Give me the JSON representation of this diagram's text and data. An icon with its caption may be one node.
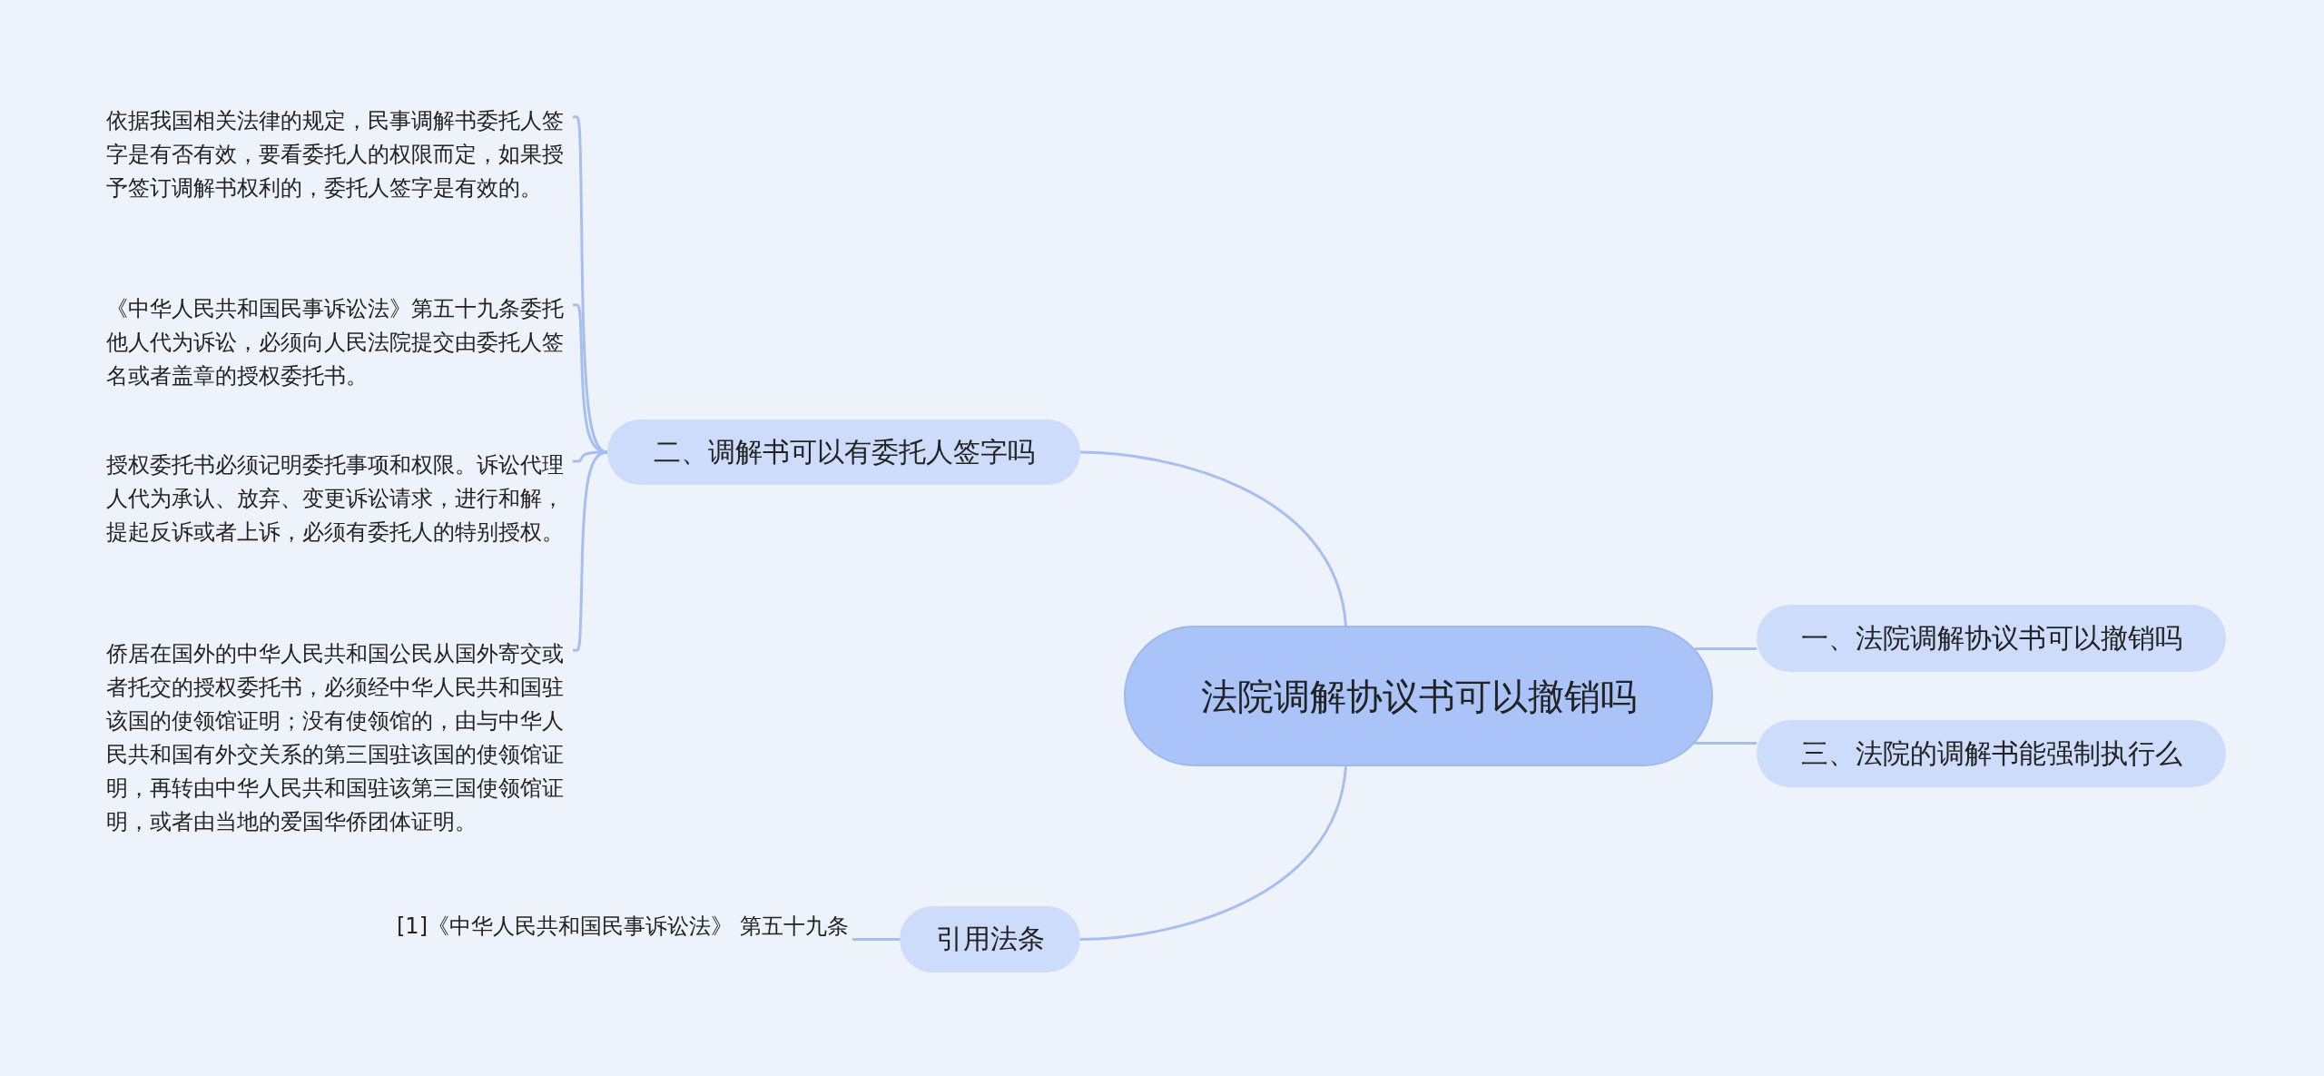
{
  "diagram": {
    "nodes": [
      {
        "text": [
          "法院调解协议书可以撤销吗"
        ]
      },
      {
        "text": [
          "二、调解书可以有委托人签字吗"
        ]
      },
      {
        "text": [
          "依据我国相关法律的规定，民事调解书委托人签字是有否有效，要看委托人的权限而定，如果授予签订调解书权利的，委托人签字是有效的。"
        ]
      },
      {
        "text": [
          "《中华人民共和国民事诉讼法》第五十九条委托他人代为诉讼，必须向人民法院提交由委托人签名或者盖章的授权委托书。"
        ]
      },
      {
        "text": [
          "授权委托书必须记明委托事项和权限。诉讼代理人代为承认、放弃、变更诉讼请求，进行和解，提起反诉或者上诉，必须有委托人的特别授权。"
        ]
      },
      {
        "text": [
          "侨居在国外的中华人民共和国公民从国外寄交或者托交的授权委托书，必须经中华人民共和国驻该国的使领馆证明；没有使领馆的，由与中华人民共和国有外交关系的第三国驻该国的使领馆证明，再转由中华人民共和国驻该第三国使领馆证明，或者由当地的爱国华侨团体证明。"
        ]
      },
      {
        "text": [
          "一、法院调解协议书可以撤销吗"
        ]
      },
      {
        "text": [
          "三、法院的调解书能强制执行么"
        ]
      },
      {
        "text": [
          "引用法条"
        ]
      },
      {
        "text": [
          "[1]《中华人民共和国民事诉讼法》 第五十九条"
        ]
      }
    ],
    "edges": [
      {
        "from": 0,
        "to": 1,
        "arrow": "none"
      },
      {
        "from": 1,
        "to": 2,
        "arrow": "none"
      },
      {
        "from": 1,
        "to": 3,
        "arrow": "none"
      },
      {
        "from": 1,
        "to": 4,
        "arrow": "none"
      },
      {
        "from": 1,
        "to": 5,
        "arrow": "none"
      },
      {
        "from": 0,
        "to": 6,
        "arrow": "none"
      },
      {
        "from": 0,
        "to": 7,
        "arrow": "none"
      },
      {
        "from": 0,
        "to": 8,
        "arrow": "none"
      },
      {
        "from": 8,
        "to": 9,
        "arrow": "none"
      }
    ]
  }
}
